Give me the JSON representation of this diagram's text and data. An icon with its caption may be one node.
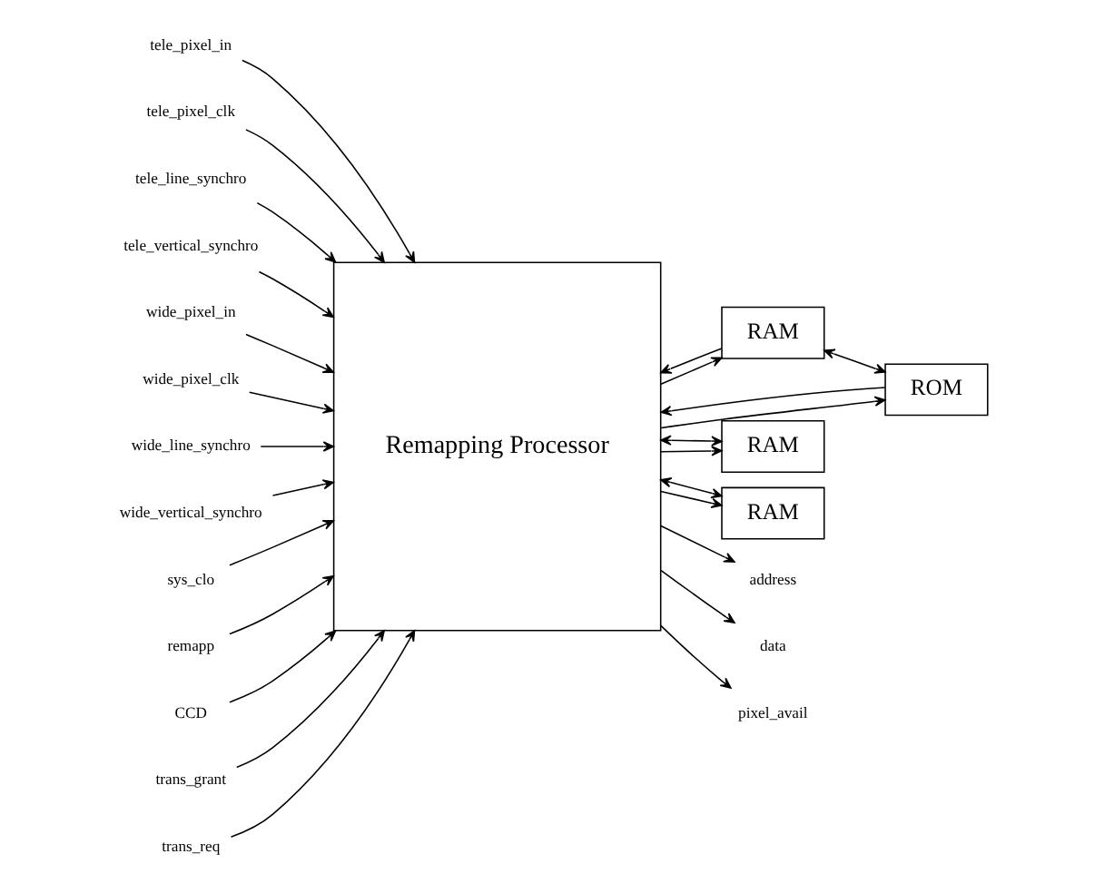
{
  "diagram": {
    "nodes": [
      {
        "text": [
          "Remapping Processor"
        ]
      },
      {
        "text": [
          "RAM"
        ]
      },
      {
        "text": [
          "ROM"
        ]
      },
      {
        "text": [
          "RAM"
        ]
      },
      {
        "text": [
          "RAM"
        ]
      },
      {
        "text": [
          "tele_pixel_in"
        ]
      },
      {
        "text": [
          "tele_pixel_clk"
        ]
      },
      {
        "text": [
          "tele_line_synchro"
        ]
      },
      {
        "text": [
          "tele_vertical_synchro"
        ]
      },
      {
        "text": [
          "wide_pixel_in"
        ]
      },
      {
        "text": [
          "wide_pixel_clk"
        ]
      },
      {
        "text": [
          "wide_line_synchro"
        ]
      },
      {
        "text": [
          "wide_vertical_synchro"
        ]
      },
      {
        "text": [
          "sys_clo"
        ]
      },
      {
        "text": [
          "remapp"
        ]
      },
      {
        "text": [
          "CCD"
        ]
      },
      {
        "text": [
          "address"
        ]
      },
      {
        "text": [
          "data"
        ]
      },
      {
        "text": [
          "trans_grant"
        ]
      },
      {
        "text": [
          "trans_req"
        ]
      },
      {
        "text": [
          "pixel_avail"
        ]
      }
    ],
    "edges": [
      {
        "from": 1,
        "to": 0,
        "arrow": "to"
      },
      {
        "from": 2,
        "to": 0,
        "arrow": "to"
      },
      {
        "from": 1,
        "to": 2,
        "arrow": "both"
      },
      {
        "from": 0,
        "to": 1,
        "arrow": "to"
      },
      {
        "from": 0,
        "to": 2,
        "arrow": "to"
      },
      {
        "from": 0,
        "to": 3,
        "arrow": "to"
      },
      {
        "from": 0,
        "to": 3,
        "arrow": "both"
      },
      {
        "from": 0,
        "to": 4,
        "arrow": "to"
      },
      {
        "from": 0,
        "to": 4,
        "arrow": "both"
      },
      {
        "from": 5,
        "to": 0,
        "arrow": "to"
      },
      {
        "from": 6,
        "to": 0,
        "arrow": "to"
      },
      {
        "from": 7,
        "to": 0,
        "arrow": "to"
      },
      {
        "from": 8,
        "to": 0,
        "arrow": "to"
      },
      {
        "from": 9,
        "to": 0,
        "arrow": "to"
      },
      {
        "from": 10,
        "to": 0,
        "arrow": "to"
      },
      {
        "from": 11,
        "to": 0,
        "arrow": "to"
      },
      {
        "from": 12,
        "to": 0,
        "arrow": "to"
      },
      {
        "from": 13,
        "to": 0,
        "arrow": "to"
      },
      {
        "from": 14,
        "to": 0,
        "arrow": "to"
      },
      {
        "from": 15,
        "to": 0,
        "arrow": "to"
      },
      {
        "from": 0,
        "to": 16,
        "arrow": "to"
      },
      {
        "from": 0,
        "to": 17,
        "arrow": "to"
      },
      {
        "from": 18,
        "to": 0,
        "arrow": "to"
      },
      {
        "from": 19,
        "to": 0,
        "arrow": "to"
      },
      {
        "from": 0,
        "to": 20,
        "arrow": "to"
      }
    ]
  }
}
